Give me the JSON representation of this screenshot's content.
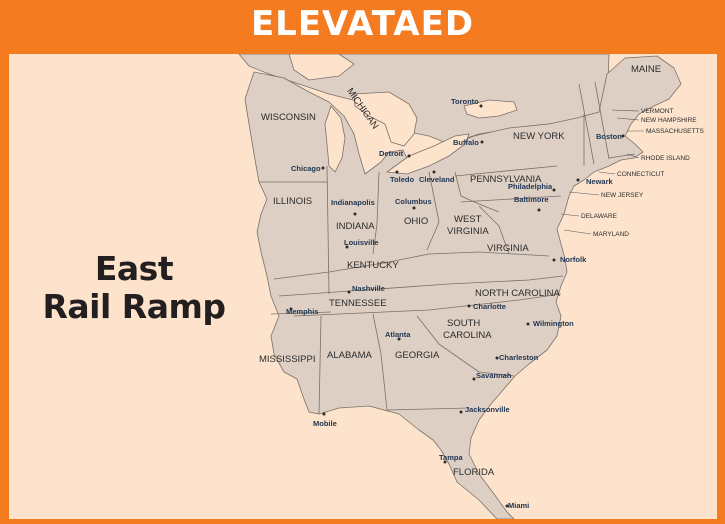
{
  "header": {
    "title": "ELEVATAED"
  },
  "region": {
    "line1": "East",
    "line2": "Rail Ramp"
  },
  "colors": {
    "frame": "#f47b20",
    "panel": "#fde3cc",
    "land": "#ddcfc4",
    "border": "#7a7068"
  },
  "states": {
    "maine": "MAINE",
    "vermont": "VERMONT",
    "new_hampshire": "NEW HAMPSHIRE",
    "massachusetts": "MASSACHUSETTS",
    "rhode_island": "RHODE ISLAND",
    "connecticut": "CONNECTICUT",
    "new_jersey": "NEW JERSEY",
    "delaware": "DELAWARE",
    "maryland": "MARYLAND",
    "new_york": "NEW YORK",
    "pennsylvania": "PENNSYLVANIA",
    "wisconsin": "WISCONSIN",
    "michigan": "MICHIGAN",
    "illinois": "ILLINOIS",
    "indiana": "INDIANA",
    "ohio": "OHIO",
    "west_virginia_1": "WEST",
    "west_virginia_2": "VIRGINIA",
    "virginia": "VIRGINIA",
    "kentucky": "KENTUCKY",
    "tennessee": "TENNESSEE",
    "north_carolina": "NORTH CAROLINA",
    "south_carolina_1": "SOUTH",
    "south_carolina_2": "CAROLINA",
    "mississippi": "MISSISSIPPI",
    "alabama": "ALABAMA",
    "georgia": "GEORGIA",
    "florida": "FLORIDA"
  },
  "cities": {
    "toronto": "Toronto",
    "buffalo": "Buffalo",
    "boston": "Boston",
    "chicago": "Chicago",
    "detroit": "Detroit",
    "toledo": "Toledo",
    "cleveland": "Cleveland",
    "indianapolis": "Indianapolis",
    "columbus": "Columbus",
    "newark": "Newark",
    "philadelphia": "Philadelphia",
    "baltimore": "Baltimore",
    "louisville": "Louisville",
    "norfolk": "Norfolk",
    "nashville": "Nashville",
    "charlotte": "Charlotte",
    "memphis": "Memphis",
    "wilmington": "Wilmington",
    "atlanta": "Atlanta",
    "charleston": "Charleston",
    "savannah": "Savannah",
    "jacksonville": "Jacksonville",
    "mobile": "Mobile",
    "tampa": "Tampa",
    "miami": "Miami"
  }
}
